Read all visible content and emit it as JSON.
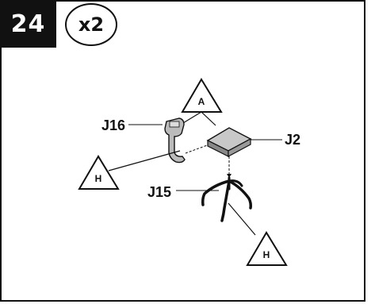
{
  "step": {
    "number": "24",
    "quantity": "x2"
  },
  "parts": {
    "j16": "J16",
    "j2": "J2",
    "j15": "J15"
  },
  "tools": {
    "a_top": "A",
    "h_left": "H",
    "h_bottom": "H"
  }
}
